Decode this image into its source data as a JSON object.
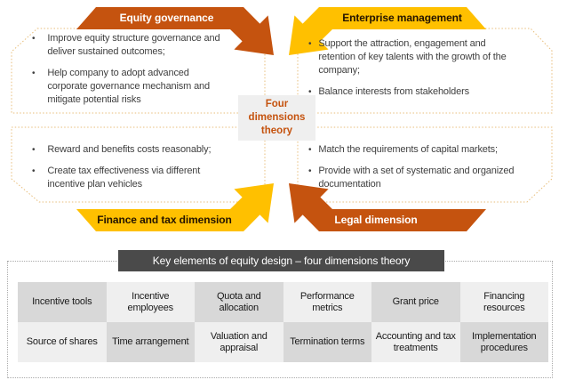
{
  "center": {
    "label": "Four dimensions theory"
  },
  "quadrants": {
    "equity": {
      "title": "Equity governance",
      "bullets": [
        "Improve equity structure governance and deliver sustained outcomes;",
        "Help company to adopt advanced corporate governance mechanism and mitigate potential risks"
      ]
    },
    "enterprise": {
      "title": "Enterprise management",
      "bullets": [
        "Support the attraction, engagement and retention of key talents with the growth of the company;",
        "Balance interests from stakeholders"
      ]
    },
    "finance": {
      "title": "Finance and tax dimension",
      "bullets": [
        "Reward and benefits costs reasonably;",
        "Create tax effectiveness via different incentive plan vehicles"
      ]
    },
    "legal": {
      "title": "Legal dimension",
      "bullets": [
        "Match the requirements of capital markets;",
        "Provide with a set of systematic and organized documentation"
      ]
    }
  },
  "key_elements": {
    "title": "Key elements of equity design – four dimensions theory",
    "rows": [
      [
        "Incentive tools",
        "Incentive employees",
        "Quota and allocation",
        "Performance metrics",
        "Grant price",
        "Financing resources"
      ],
      [
        "Source of shares",
        "Time arrangement",
        "Valuation and appraisal",
        "Termination terms",
        "Accounting and tax treatments",
        "Implementation procedures"
      ]
    ]
  },
  "colors": {
    "dark_orange": "#C5530F",
    "gold": "#FFC000",
    "box_border": "#E8BE7B",
    "header_bar": "#4A4A4A",
    "cell_dark": "#D8D8D8",
    "cell_light": "#EFEFEF",
    "bullet_text": "#404040",
    "center_bg": "#EFEFEF"
  }
}
